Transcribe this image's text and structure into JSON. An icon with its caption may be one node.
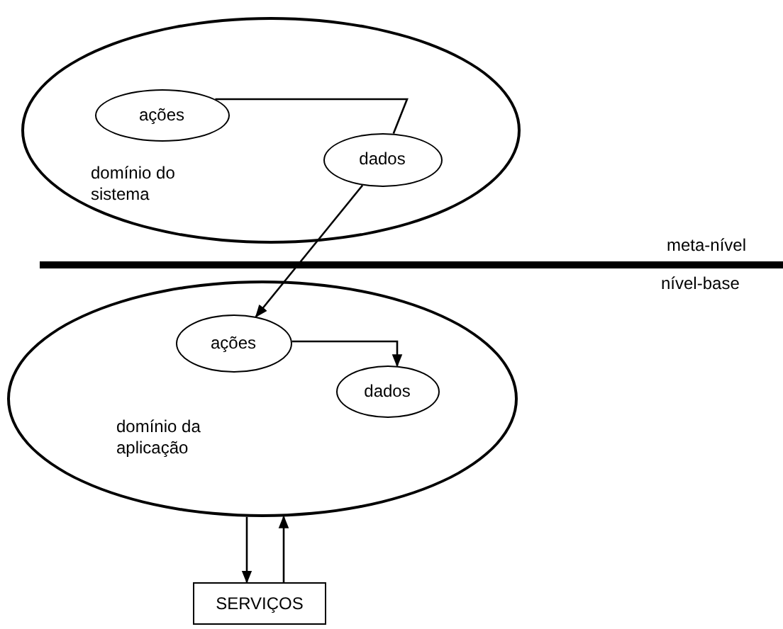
{
  "diagram": {
    "nodes": [
      {
        "text": [
          "domínio do sistema"
        ]
      },
      {
        "text": [
          "ações"
        ],
        "in": 0
      },
      {
        "text": [
          "dados"
        ],
        "in": 0
      },
      {
        "text": [
          "domínio da aplicação"
        ]
      },
      {
        "text": [
          "ações"
        ],
        "in": 3
      },
      {
        "text": [
          "dados"
        ],
        "in": 3
      },
      {
        "text": [
          "SERVIÇOS"
        ]
      }
    ],
    "edges": [
      {
        "from": 1,
        "to": 2,
        "arrow": "none"
      },
      {
        "from": 2,
        "to": 4,
        "arrow": "to"
      },
      {
        "from": 4,
        "to": 5,
        "arrow": "to"
      },
      {
        "from": 3,
        "to": 6,
        "arrow": "to"
      },
      {
        "from": 6,
        "to": 3,
        "arrow": "to"
      }
    ],
    "labels": [
      "meta-nível",
      "nível-base"
    ]
  }
}
